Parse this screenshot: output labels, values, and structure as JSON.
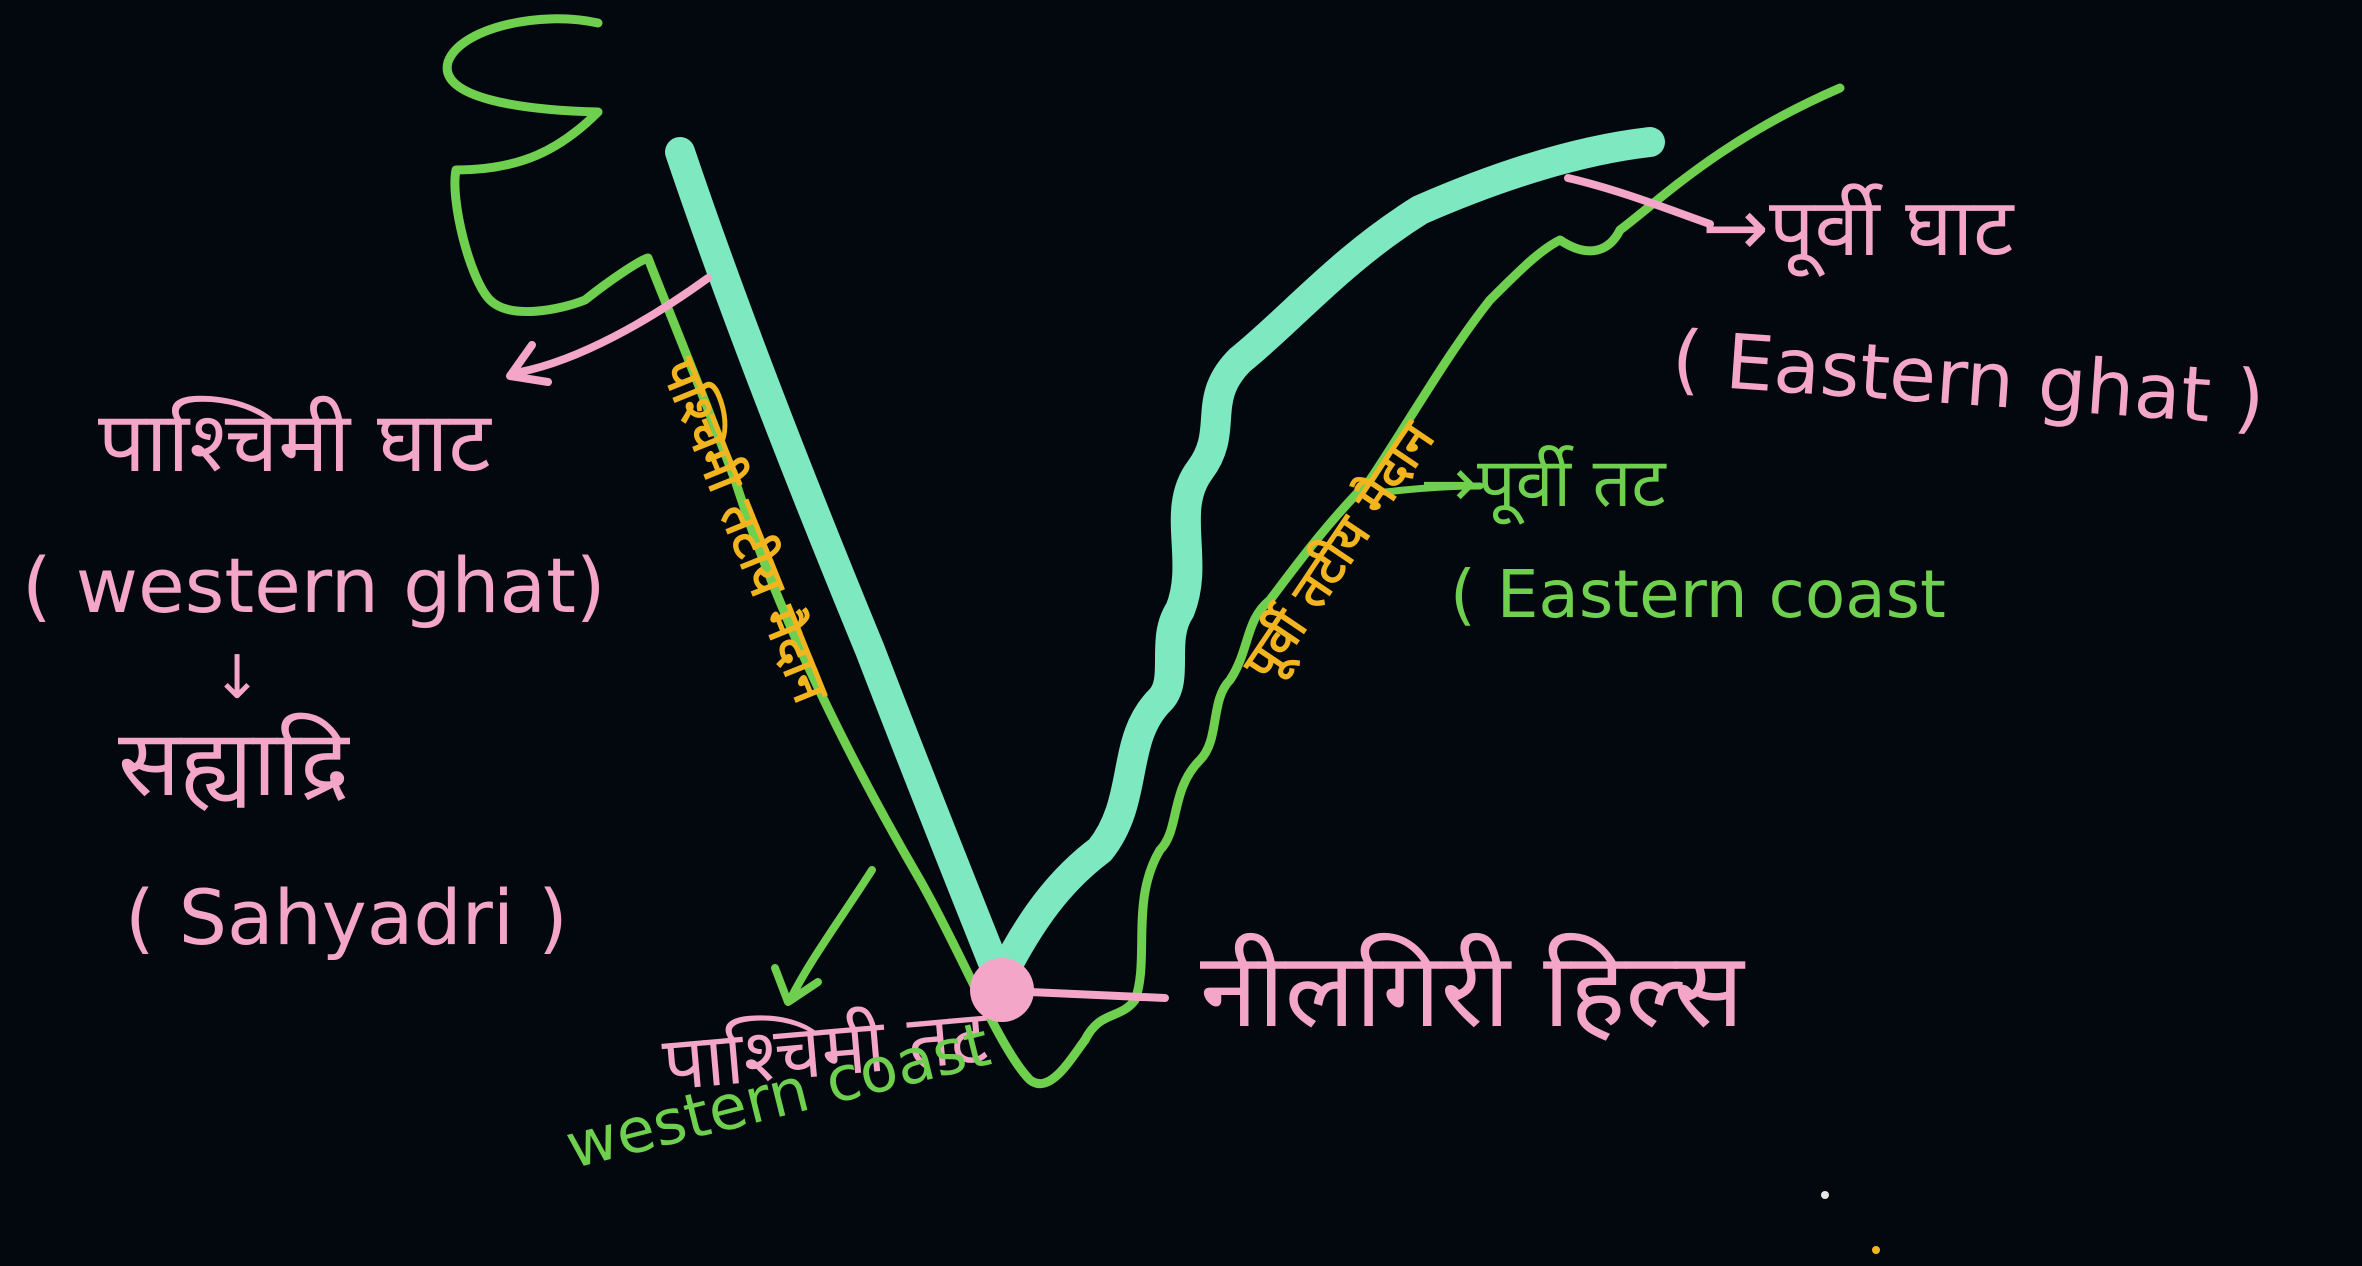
{
  "labels": {
    "western_ghat_hi": "पाश्चिमी घाट",
    "western_ghat_en": "( western ghat)",
    "down_arrow": "↓",
    "sahyadri_hi": "सह्याद्रि",
    "sahyadri_en": "( Sahyadri )",
    "western_coast_hi": "पाश्चिमी तट",
    "western_coast_en": "western coast",
    "western_plain": "पश्चिमी तटीय मैदान",
    "eastern_plain": "पूर्वी तटीय मैदान",
    "eastern_coast_hi": "→पूर्वी तट",
    "eastern_coast_en": "( Eastern coast",
    "eastern_ghat_hi": "→पूर्वी घाट",
    "eastern_ghat_en": "( Eastern ghat )",
    "nilgiri": "नीलगिरी हिल्स"
  },
  "colors": {
    "background": "#03080f",
    "ghat_range": "#7ee8c0",
    "coast": "#6fcf4e",
    "annotation": "#f4a6c8",
    "plain_text": "#f2b51f"
  }
}
